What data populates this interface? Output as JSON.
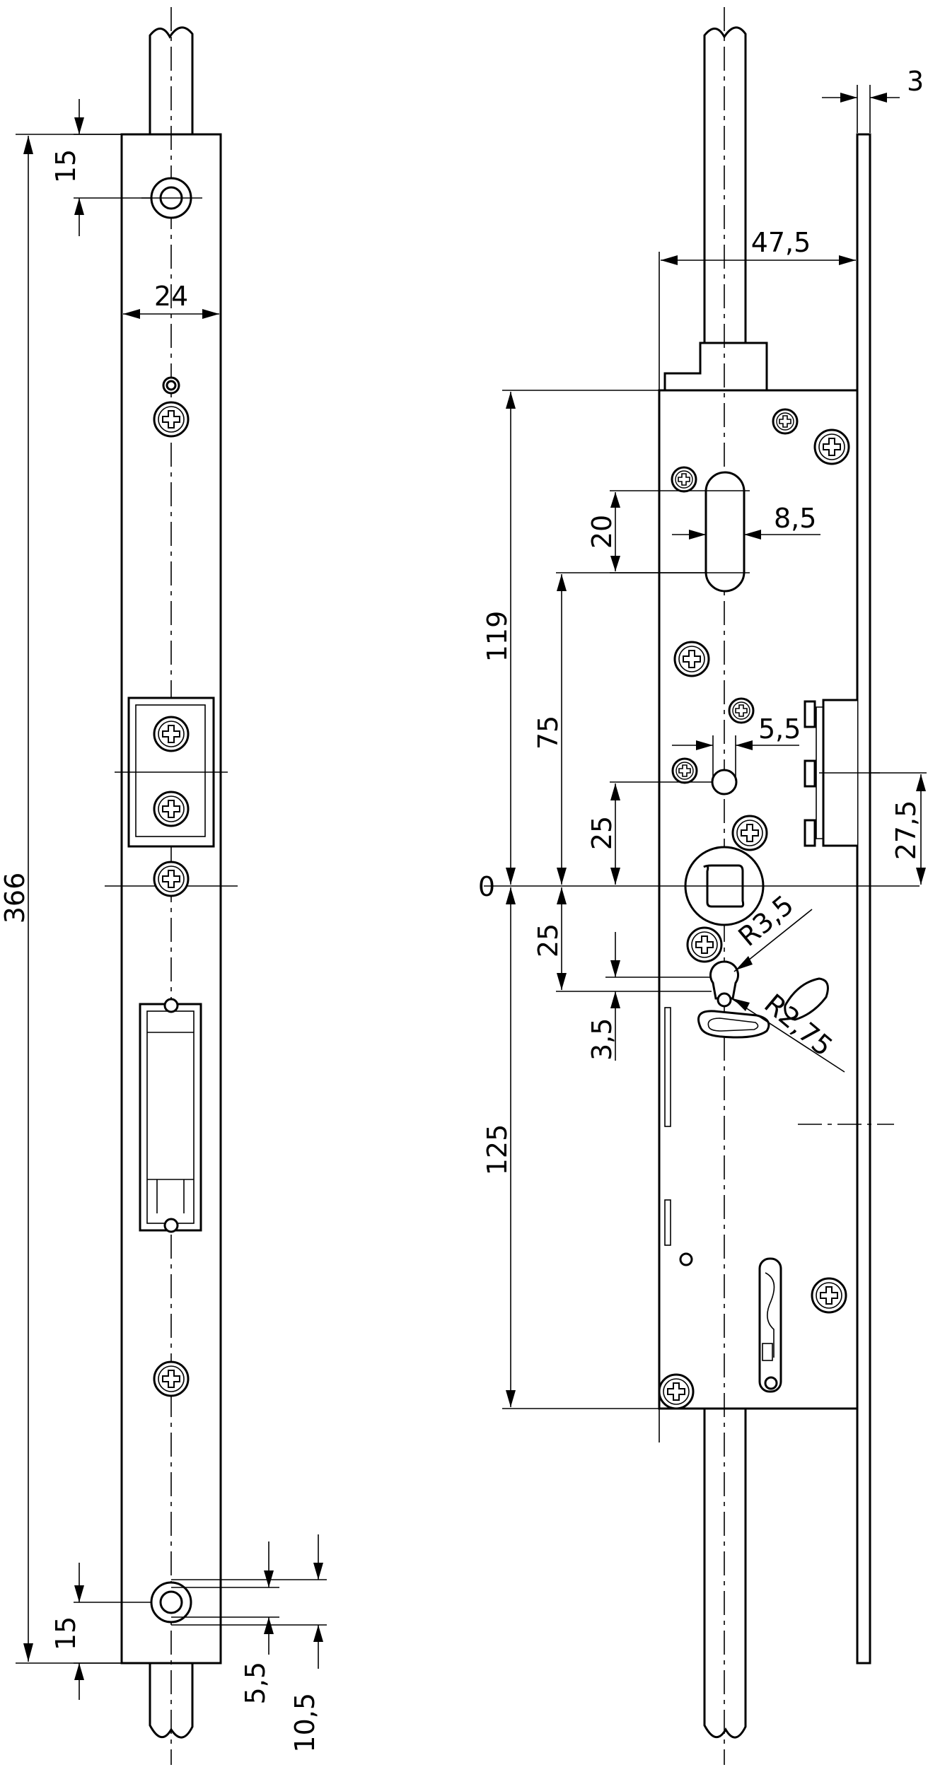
{
  "drawing": {
    "front_view": {
      "dimensions": {
        "overall_height": "366",
        "faceplate_width": "24",
        "top_hole_offset": "15",
        "bottom_hole_offset": "15",
        "hole_size_a": "5,5",
        "hole_size_b": "10,5"
      }
    },
    "side_view": {
      "dimensions": {
        "faceplate_thickness": "3",
        "backset": "47,5",
        "top_section": "119",
        "slot_height": "20",
        "slot_width": "8,5",
        "pin_height_above": "75",
        "pin_diameter": "5,5",
        "pin_offset": "25",
        "latch_offset": "27,5",
        "origin": "0",
        "keyhole_offset": "25",
        "radius_large": "R3,5",
        "radius_small": "R2,75",
        "keyhole_gap": "3,5",
        "bottom_section": "125"
      }
    }
  }
}
